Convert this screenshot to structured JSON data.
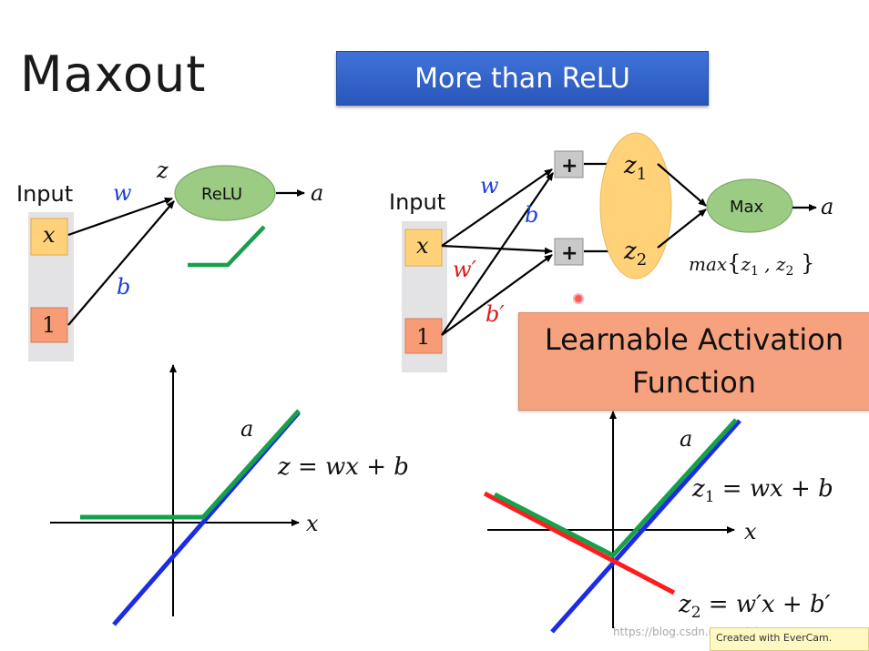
{
  "title": "Maxout",
  "banner": "More than ReLU",
  "learnable_box": {
    "line1": "Learnable Activation",
    "line2": "Function"
  },
  "left_net": {
    "input_label": "Input",
    "x_label": "x",
    "one_label": "1",
    "w_label": "w",
    "b_label": "b",
    "z_label": "z",
    "relu_label": "ReLU",
    "a_label": "a"
  },
  "right_net": {
    "input_label": "Input",
    "x_label": "x",
    "one_label": "1",
    "w_label": "w",
    "b_label": "b",
    "wprime_label": "w′",
    "bprime_label": "b′",
    "plus1": "+",
    "plus2": "+",
    "z1_base": "z",
    "z1_sub": "1",
    "z2_base": "z",
    "z2_sub": "2",
    "max_label": "Max",
    "a_label": "a",
    "formula_fn": "max",
    "formula_z1": "z",
    "formula_z1_sub": "1",
    "formula_sep": " , ",
    "formula_z2": "z",
    "formula_z2_sub": "2"
  },
  "left_plot": {
    "a_label": "a",
    "eq": "z = wx + b",
    "x_label": "x"
  },
  "right_plot": {
    "a_label": "a",
    "eq1_z": "z",
    "eq1_sub": "1",
    "eq1_rest": " = wx + b",
    "eq2_z": "z",
    "eq2_sub": "2",
    "eq2_rest": " = w′x + b′",
    "x_label": "x"
  },
  "watermark": "https://blog.csdn.net/weixin_43627433",
  "evercam": "Created with EverCam.",
  "colors": {
    "blue_text": "#1d3fd6",
    "red_text": "#e01818",
    "green_line": "#16a04a",
    "blue_line": "#1c2ce6",
    "red_line": "#ff1c1c",
    "node_green": "#9ccb84",
    "input_yellow": "#ffd27a",
    "input_orange": "#f79c77"
  }
}
